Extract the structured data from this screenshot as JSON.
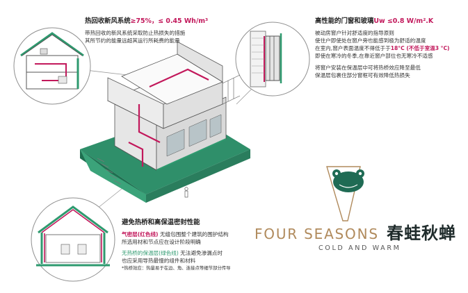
{
  "colors": {
    "accent": "#c2185b",
    "green": "#2e9a6f",
    "brand_gold": "#b08a5c",
    "brand_dark": "#1f2b2b",
    "ground": "#2f8f6a"
  },
  "top_left": {
    "title_prefix": "热回收新风系统",
    "title_value": "≥75%，≤ 0.45 Wh/m³",
    "lines": [
      "带热回收的新风系统采取防止热损失的措施",
      "其所节约的能量远超其运行所耗费的能量"
    ]
  },
  "top_right": {
    "title_prefix": "高性能的门窗和玻璃",
    "title_value": "Uw ≤0.8 W/m².K",
    "line1": "被动房窗户针对舒适度的指导原则",
    "line2": "使住户即使处在窗户旁也能感到极为舒适的温度",
    "line3_prefix": "在室内,窗户表面温度不得低于于",
    "line3_value": "18°C (不低于室温3 °C)",
    "line4": "即使在寒冷的冬季,在靠近窗户部位也无寒冷不适感",
    "line5": "将窗户安装在保温层中可将热桥效应降至最低",
    "line6": "保温层包裹住部分窗框可有效降低热损失"
  },
  "bottom_left": {
    "title": "避免热桥和高保温密封性能",
    "airtight_label": "气密层(红色线)",
    "airtight_text": "无缝包围整个建筑的围护结构",
    "airtight_line2": "所选用材和节点应在设计阶段明确",
    "insulation_label": "无热桥的保温层(绿色线)",
    "insulation_text": "无法避免渗漏点时",
    "insulation_line2": "也应采用导热最慢的组件和材料",
    "footnote": "*热桥效应：热量易于在边、角、连接点等细节部分传导"
  },
  "brand": {
    "name_en": "FOUR SEASONS",
    "name_cn": "春蛙秋蝉",
    "tagline": "COLD AND WARM",
    "logo_icon": "frog-head-icon"
  }
}
